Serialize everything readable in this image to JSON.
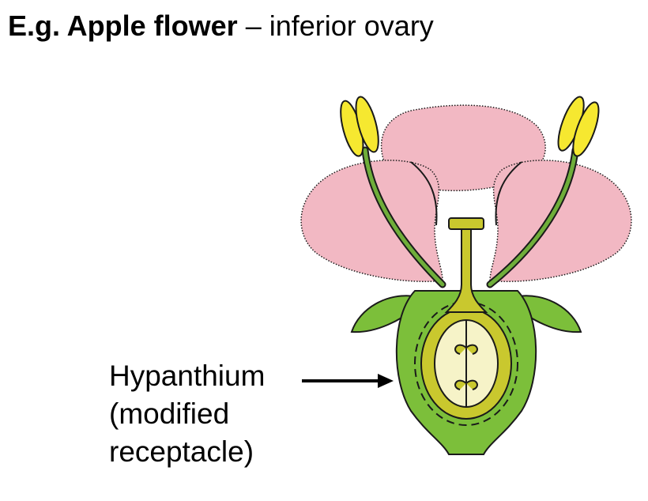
{
  "title": {
    "bold_text": "E.g. Apple flower",
    "normal_text": " – inferior ovary"
  },
  "label": {
    "line1": "Hypanthium",
    "line2": "(modified",
    "line3": "receptacle)"
  },
  "colors": {
    "petal": "#f2b8c3",
    "receptacle": "#7cbf3a",
    "stamen_filament": "#6fae3a",
    "anther": "#f6e830",
    "ovary_wall": "#c9c82e",
    "ovule_area": "#f6f3c8",
    "outline": "#1a1a1a"
  }
}
